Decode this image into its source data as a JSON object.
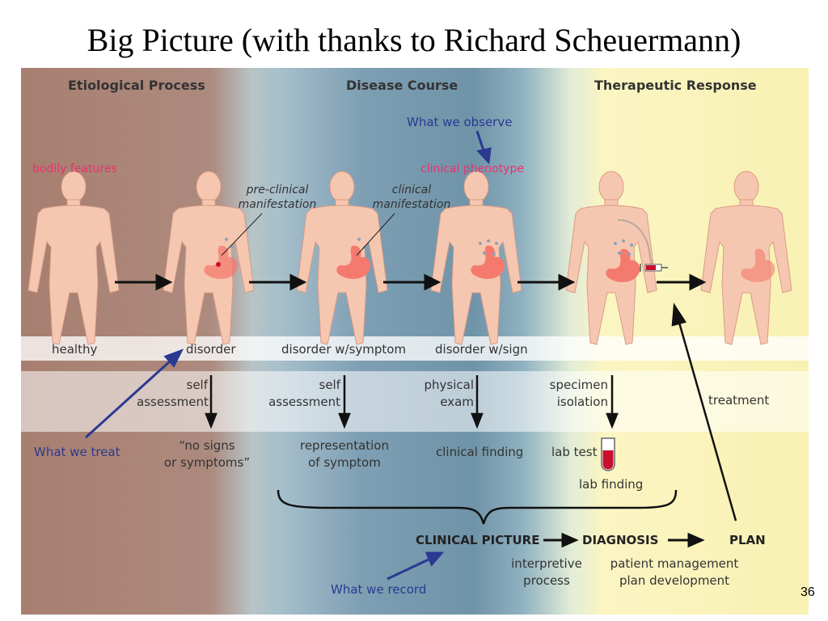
{
  "slide": {
    "title": "Big Picture (with thanks to Richard Scheuermann)",
    "page_number": "36"
  },
  "columns": [
    "Etiological Process",
    "Disease Course",
    "Therapeutic Response"
  ],
  "pink_labels": {
    "bodily_features": "bodily features",
    "clinical_phenotype": "clinical phenotype"
  },
  "blue_labels": {
    "observe": "What we observe",
    "treat": "What we treat",
    "record": "What we record"
  },
  "callouts": {
    "pre_clinical": [
      "pre-clinical",
      "manifestation"
    ],
    "clinical": [
      "clinical",
      "manifestation"
    ]
  },
  "states": [
    "healthy",
    "disorder",
    "disorder w/symptom",
    "disorder w/sign"
  ],
  "methods": [
    [
      "self",
      "assessment"
    ],
    [
      "self",
      "assessment"
    ],
    [
      "physical",
      "exam"
    ],
    [
      "specimen",
      "isolation"
    ]
  ],
  "treatment": "treatment",
  "outcomes": [
    [
      "“no signs",
      "or symptoms”"
    ],
    [
      "representation",
      "of symptom"
    ],
    [
      "clinical finding"
    ],
    [
      "lab test"
    ]
  ],
  "lab_finding": "lab finding",
  "pipeline": [
    "CLINICAL PICTURE",
    "DIAGNOSIS",
    "PLAN"
  ],
  "pipeline_notes": [
    [
      "interpretive",
      "process"
    ],
    [
      "patient management",
      "plan development"
    ]
  ],
  "colors": {
    "pink": "#e8336d",
    "blue": "#2b3990",
    "skin": "#f6c7b0",
    "stomach": "#f47a6e",
    "blood": "#c8102e"
  },
  "icons": [
    "human-figure-icon",
    "stomach-icon",
    "syringe-icon",
    "test-tube-icon"
  ]
}
